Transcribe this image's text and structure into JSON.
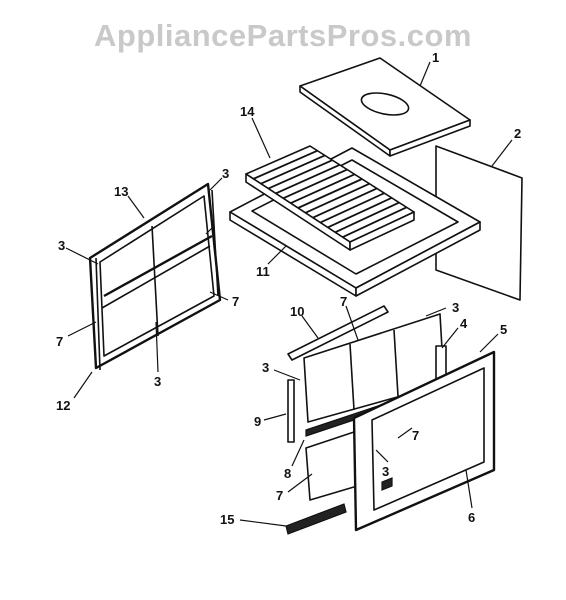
{
  "watermark": "AppliancePartsPros.com",
  "labels": {
    "l1": "1",
    "l2": "2",
    "l3a": "3",
    "l3b": "3",
    "l3c": "3",
    "l3d": "3",
    "l3e": "3",
    "l3f": "3",
    "l4": "4",
    "l5": "5",
    "l6": "6",
    "l7a": "7",
    "l7b": "7",
    "l7c": "7",
    "l7d": "7",
    "l7e": "7",
    "l8": "8",
    "l9": "9",
    "l10": "10",
    "l11": "11",
    "l12": "12",
    "l13": "13",
    "l14": "14",
    "l15": "15"
  }
}
